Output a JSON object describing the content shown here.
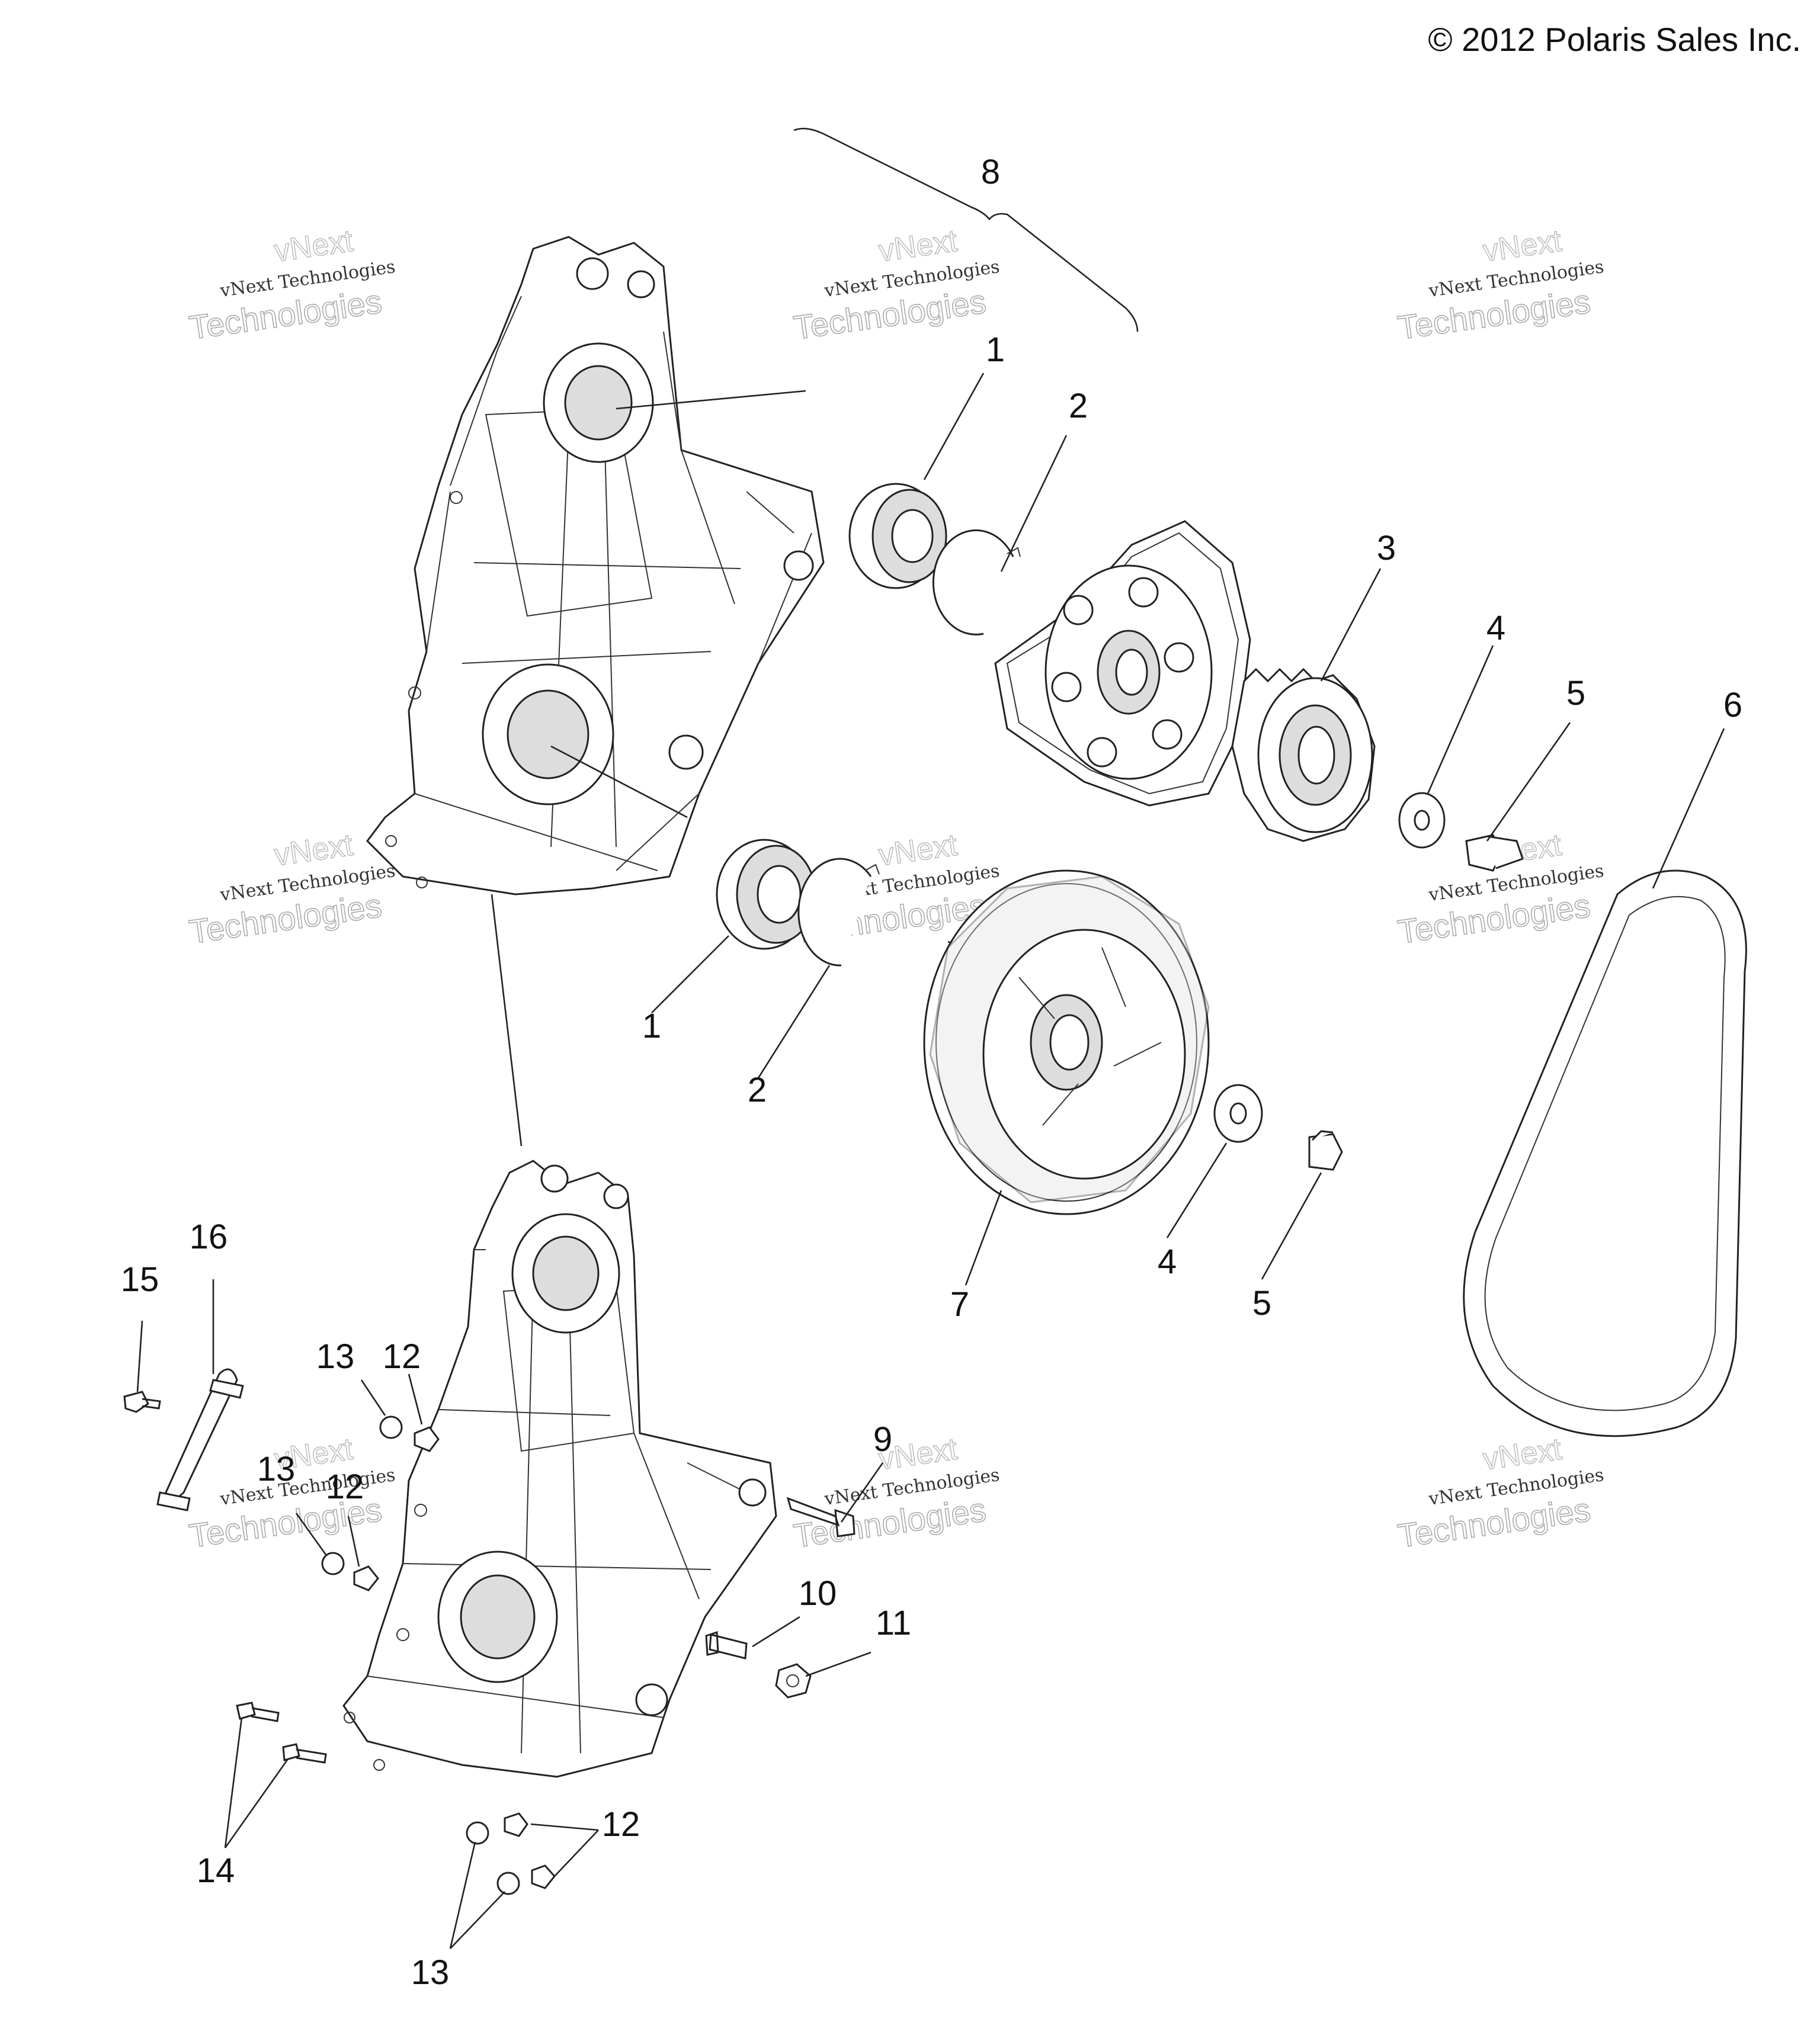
{
  "copyright": "© 2012 Polaris Sales Inc.",
  "watermark": {
    "line1": "vNext Technologies",
    "line2": "Technologies",
    "line0": "vNext"
  },
  "callouts": [
    {
      "id": "c1a",
      "label": "1"
    },
    {
      "id": "c2a",
      "label": "2"
    },
    {
      "id": "c3",
      "label": "3"
    },
    {
      "id": "c4a",
      "label": "4"
    },
    {
      "id": "c5a",
      "label": "5"
    },
    {
      "id": "c6",
      "label": "6"
    },
    {
      "id": "c8",
      "label": "8"
    },
    {
      "id": "c1b",
      "label": "1"
    },
    {
      "id": "c2b",
      "label": "2"
    },
    {
      "id": "c7",
      "label": "7"
    },
    {
      "id": "c4b",
      "label": "4"
    },
    {
      "id": "c5b",
      "label": "5"
    },
    {
      "id": "c16",
      "label": "16"
    },
    {
      "id": "c15",
      "label": "15"
    },
    {
      "id": "c13a",
      "label": "13"
    },
    {
      "id": "c12a",
      "label": "12"
    },
    {
      "id": "c13b",
      "label": "13"
    },
    {
      "id": "c12b",
      "label": "12"
    },
    {
      "id": "c9",
      "label": "9"
    },
    {
      "id": "c10",
      "label": "10"
    },
    {
      "id": "c11",
      "label": "11"
    },
    {
      "id": "c14",
      "label": "14"
    },
    {
      "id": "c12c",
      "label": "12"
    },
    {
      "id": "c13c",
      "label": "13"
    }
  ]
}
